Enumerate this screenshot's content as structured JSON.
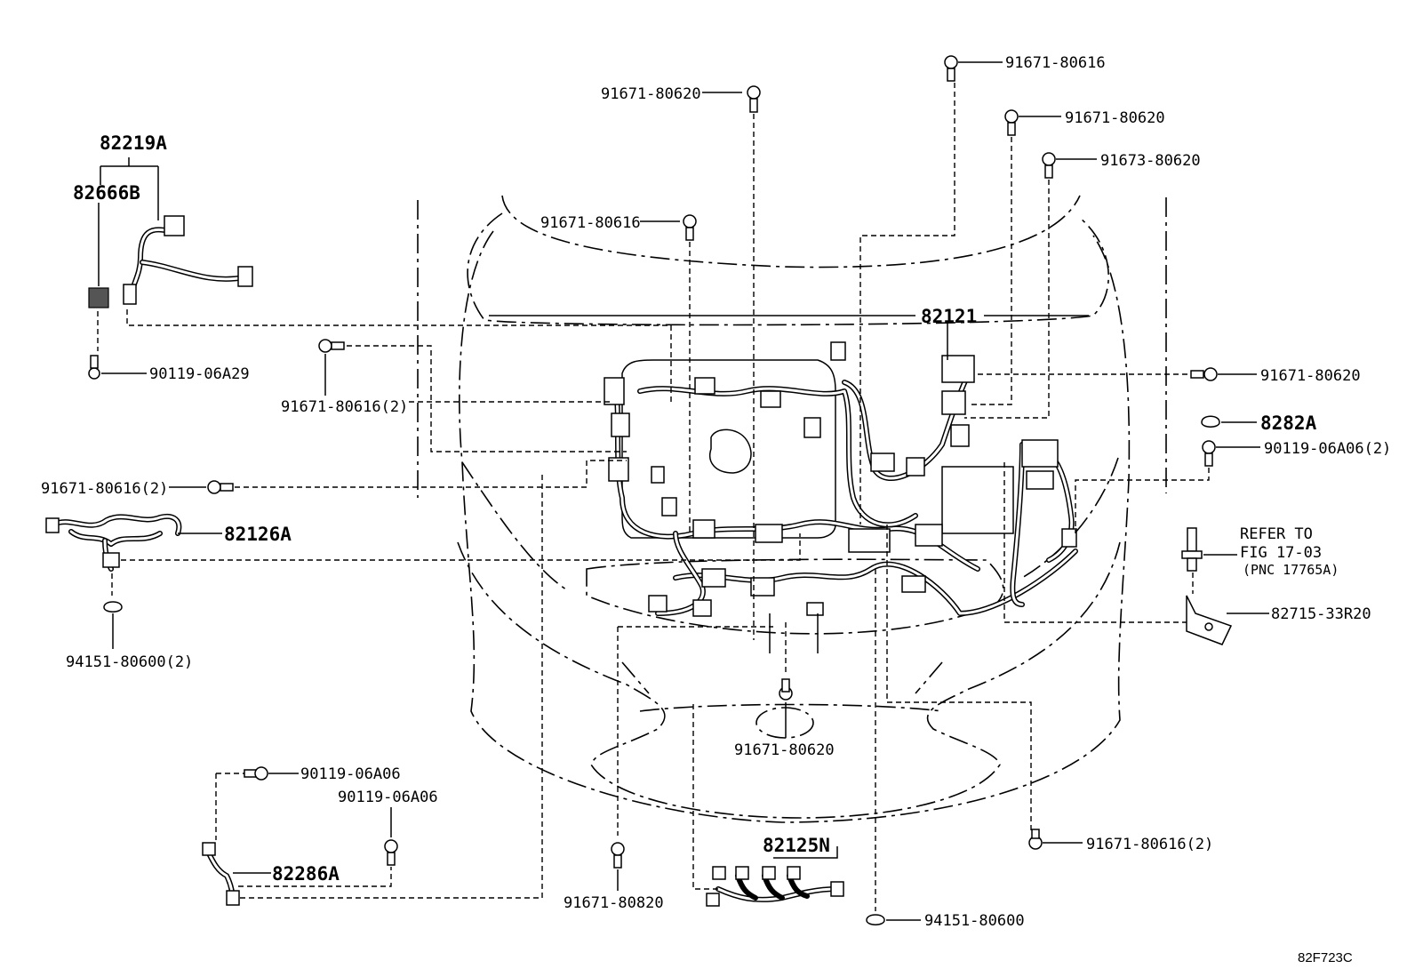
{
  "labels": {
    "p82219A": "82219A",
    "p82666B": "82666B",
    "p90119_06A29": "90119-06A29",
    "p91671_80620_top": "91671-80620",
    "p91671_80616_top": "91671-80616",
    "p91671_80620_right_top": "91671-80620",
    "p91673_80620": "91673-80620",
    "p91671_80616_mid": "91671-80616",
    "p82121": "82121",
    "p91671_80616_2_left": "91671-80616(2)",
    "p91671_80620_right": "91671-80620",
    "p8282A": "8282A",
    "p90119_06A06_2": "90119-06A06(2)",
    "p91671_80616_2_far_left": "91671-80616(2)",
    "p82126A": "82126A",
    "refer_line1": "REFER TO",
    "refer_line2": "FIG 17-03",
    "refer_line3": "(PNC 17765A)",
    "p82715_33R20": "82715-33R20",
    "p94151_80600_2": "94151-80600(2)",
    "p91671_80620_bottom": "91671-80620",
    "p90119_06A06_a": "90119-06A06",
    "p90119_06A06_b": "90119-06A06",
    "p82286A": "82286A",
    "p82125N": "82125N",
    "p91671_80616_2_bottom_right": "91671-80616(2)",
    "p91671_80820": "91671-80820",
    "p94151_80600": "94151-80600",
    "figure_code": "82F723C"
  }
}
